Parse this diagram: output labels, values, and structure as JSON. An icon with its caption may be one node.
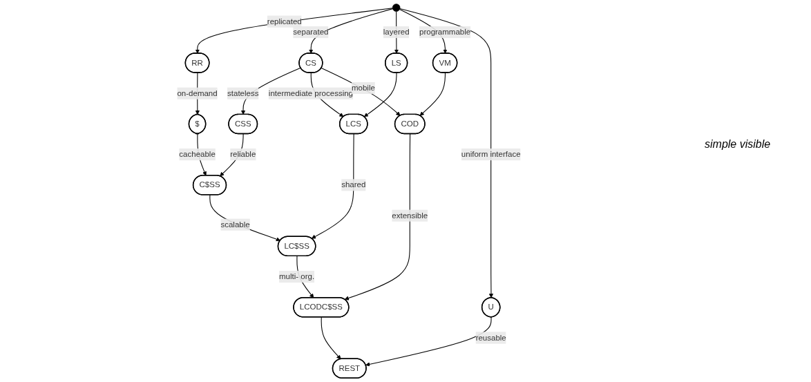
{
  "diagram": {
    "nodes": [
      {
        "text": [],
        "shape": "circle"
      },
      {
        "text": [
          "RR"
        ]
      },
      {
        "text": [
          "CS"
        ]
      },
      {
        "text": [
          "LS"
        ]
      },
      {
        "text": [
          "VM"
        ]
      },
      {
        "text": [
          "U"
        ]
      },
      {
        "text": [
          "$"
        ]
      },
      {
        "text": [
          "CSS"
        ]
      },
      {
        "text": [
          "LCS"
        ]
      },
      {
        "text": [
          "COD"
        ]
      },
      {
        "text": [
          "C$SS"
        ]
      },
      {
        "text": [
          "LC$SS"
        ]
      },
      {
        "text": [
          "LCODC$SS"
        ]
      },
      {
        "text": [
          "REST"
        ]
      }
    ],
    "edges": [
      {
        "from": 0,
        "to": 1,
        "arrow": "to",
        "label": "replicated"
      },
      {
        "from": 0,
        "to": 2,
        "arrow": "to",
        "label": "separated"
      },
      {
        "from": 0,
        "to": 3,
        "arrow": "to",
        "label": "layered"
      },
      {
        "from": 0,
        "to": 4,
        "arrow": "to",
        "label": "programmable"
      },
      {
        "from": 0,
        "to": 5,
        "arrow": "to",
        "label": "uniform interface"
      },
      {
        "from": 1,
        "to": 6,
        "arrow": "to",
        "label": "on-demand"
      },
      {
        "from": 2,
        "to": 7,
        "arrow": "to",
        "label": "stateless"
      },
      {
        "from": 2,
        "to": 8,
        "arrow": "to",
        "label": "intermediate processing"
      },
      {
        "from": 2,
        "to": 9,
        "arrow": "to",
        "label": "mobile"
      },
      {
        "from": 3,
        "to": 8,
        "arrow": "to"
      },
      {
        "from": 4,
        "to": 9,
        "arrow": "to"
      },
      {
        "from": 5,
        "to": 13,
        "arrow": "to",
        "label": "reusable"
      },
      {
        "from": 6,
        "to": 10,
        "arrow": "to",
        "label": "cacheable"
      },
      {
        "from": 7,
        "to": 10,
        "arrow": "to",
        "label": "reliable"
      },
      {
        "from": 8,
        "to": 11,
        "arrow": "to",
        "label": "shared"
      },
      {
        "from": 9,
        "to": 12,
        "arrow": "to",
        "label": "extensible"
      },
      {
        "from": 10,
        "to": 11,
        "arrow": "to",
        "label": "scalable"
      },
      {
        "from": 11,
        "to": 12,
        "arrow": "to",
        "label": "multi- org."
      },
      {
        "from": 12,
        "to": 13,
        "arrow": "to"
      }
    ],
    "labels": [
      "simple visible"
    ]
  }
}
